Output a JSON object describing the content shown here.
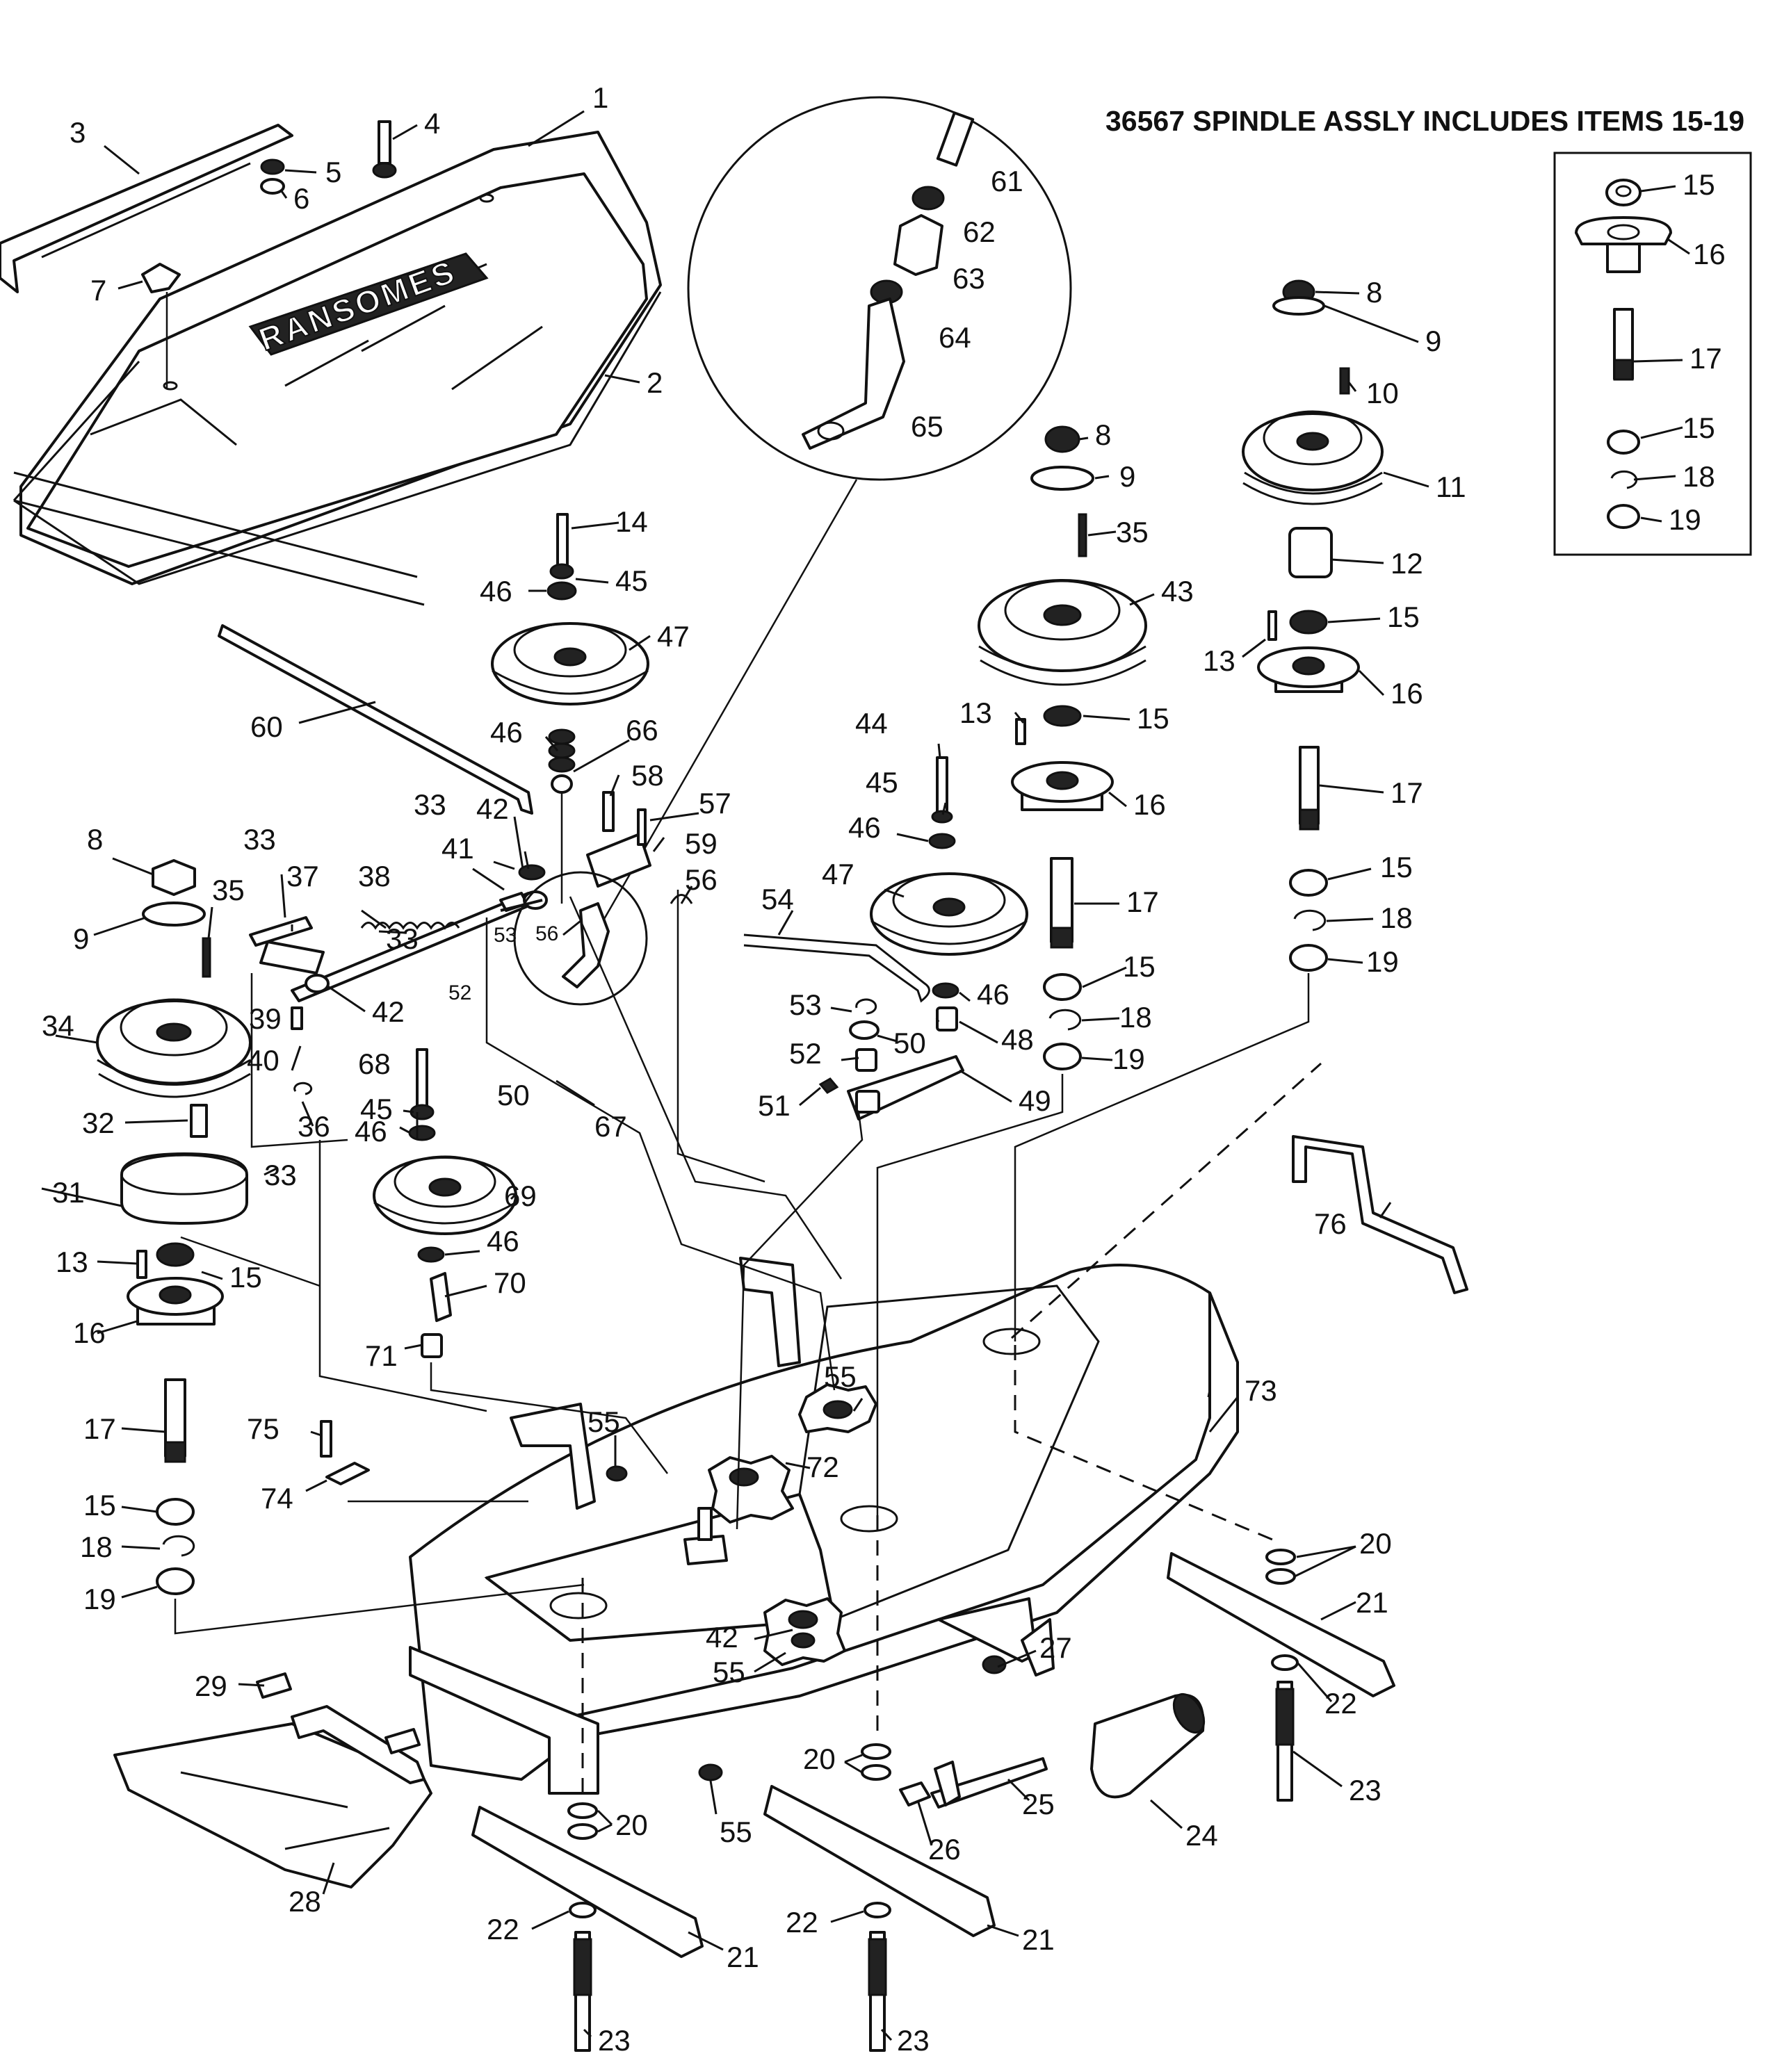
{
  "heading": "36567 SPINDLE ASSLY INCLUDES ITEMS 15-19",
  "logo_text": "RANSOMES",
  "callouts": [
    {
      "id": "c1",
      "label": "1"
    },
    {
      "id": "c2",
      "label": "2"
    },
    {
      "id": "c3",
      "label": "3"
    },
    {
      "id": "c4",
      "label": "4"
    },
    {
      "id": "c5",
      "label": "5"
    },
    {
      "id": "c6",
      "label": "6"
    },
    {
      "id": "c7",
      "label": "7"
    },
    {
      "id": "c8a",
      "label": "8"
    },
    {
      "id": "c8b",
      "label": "8"
    },
    {
      "id": "c8c",
      "label": "8"
    },
    {
      "id": "c9a",
      "label": "9"
    },
    {
      "id": "c9b",
      "label": "9"
    },
    {
      "id": "c9c",
      "label": "9"
    },
    {
      "id": "c10",
      "label": "10"
    },
    {
      "id": "c11",
      "label": "11"
    },
    {
      "id": "c12",
      "label": "12"
    },
    {
      "id": "c13a",
      "label": "13"
    },
    {
      "id": "c13b",
      "label": "13"
    },
    {
      "id": "c13c",
      "label": "13"
    },
    {
      "id": "c14",
      "label": "14"
    },
    {
      "id": "c15a",
      "label": "15"
    },
    {
      "id": "c15b",
      "label": "15"
    },
    {
      "id": "c15c",
      "label": "15"
    },
    {
      "id": "c15d",
      "label": "15"
    },
    {
      "id": "c15e",
      "label": "15"
    },
    {
      "id": "c15f",
      "label": "15"
    },
    {
      "id": "c15g",
      "label": "15"
    },
    {
      "id": "c15h",
      "label": "15"
    },
    {
      "id": "c16a",
      "label": "16"
    },
    {
      "id": "c16b",
      "label": "16"
    },
    {
      "id": "c16c",
      "label": "16"
    },
    {
      "id": "c16d",
      "label": "16"
    },
    {
      "id": "c17a",
      "label": "17"
    },
    {
      "id": "c17b",
      "label": "17"
    },
    {
      "id": "c17c",
      "label": "17"
    },
    {
      "id": "c17d",
      "label": "17"
    },
    {
      "id": "c18a",
      "label": "18"
    },
    {
      "id": "c18b",
      "label": "18"
    },
    {
      "id": "c18c",
      "label": "18"
    },
    {
      "id": "c18d",
      "label": "18"
    },
    {
      "id": "c19a",
      "label": "19"
    },
    {
      "id": "c19b",
      "label": "19"
    },
    {
      "id": "c19c",
      "label": "19"
    },
    {
      "id": "c19d",
      "label": "19"
    },
    {
      "id": "c20a",
      "label": "20"
    },
    {
      "id": "c20b",
      "label": "20"
    },
    {
      "id": "c20c",
      "label": "20"
    },
    {
      "id": "c21a",
      "label": "21"
    },
    {
      "id": "c21b",
      "label": "21"
    },
    {
      "id": "c21c",
      "label": "21"
    },
    {
      "id": "c22a",
      "label": "22"
    },
    {
      "id": "c22b",
      "label": "22"
    },
    {
      "id": "c22c",
      "label": "22"
    },
    {
      "id": "c23a",
      "label": "23"
    },
    {
      "id": "c23b",
      "label": "23"
    },
    {
      "id": "c23c",
      "label": "23"
    },
    {
      "id": "c24",
      "label": "24"
    },
    {
      "id": "c25",
      "label": "25"
    },
    {
      "id": "c26",
      "label": "26"
    },
    {
      "id": "c27",
      "label": "27"
    },
    {
      "id": "c28",
      "label": "28"
    },
    {
      "id": "c29",
      "label": "29"
    },
    {
      "id": "c31",
      "label": "31"
    },
    {
      "id": "c32",
      "label": "32"
    },
    {
      "id": "c33a",
      "label": "33"
    },
    {
      "id": "c33b",
      "label": "33"
    },
    {
      "id": "c33c",
      "label": "33"
    },
    {
      "id": "c33d",
      "label": "33"
    },
    {
      "id": "c34",
      "label": "34"
    },
    {
      "id": "c35a",
      "label": "35"
    },
    {
      "id": "c35b",
      "label": "35"
    },
    {
      "id": "c36",
      "label": "36"
    },
    {
      "id": "c37",
      "label": "37"
    },
    {
      "id": "c38",
      "label": "38"
    },
    {
      "id": "c39",
      "label": "39"
    },
    {
      "id": "c40",
      "label": "40"
    },
    {
      "id": "c41",
      "label": "41"
    },
    {
      "id": "c42a",
      "label": "42"
    },
    {
      "id": "c42b",
      "label": "42"
    },
    {
      "id": "c42c",
      "label": "42"
    },
    {
      "id": "c43",
      "label": "43"
    },
    {
      "id": "c44",
      "label": "44"
    },
    {
      "id": "c45a",
      "label": "45"
    },
    {
      "id": "c45b",
      "label": "45"
    },
    {
      "id": "c45c",
      "label": "45"
    },
    {
      "id": "c46a",
      "label": "46"
    },
    {
      "id": "c46b",
      "label": "46"
    },
    {
      "id": "c46c",
      "label": "46"
    },
    {
      "id": "c46d",
      "label": "46"
    },
    {
      "id": "c46e",
      "label": "46"
    },
    {
      "id": "c46f",
      "label": "46"
    },
    {
      "id": "c47a",
      "label": "47"
    },
    {
      "id": "c47b",
      "label": "47"
    },
    {
      "id": "c48",
      "label": "48"
    },
    {
      "id": "c49",
      "label": "49"
    },
    {
      "id": "c50a",
      "label": "50"
    },
    {
      "id": "c50b",
      "label": "50"
    },
    {
      "id": "c51",
      "label": "51"
    },
    {
      "id": "c52a",
      "label": "52"
    },
    {
      "id": "c52b",
      "label": "52"
    },
    {
      "id": "c53a",
      "label": "53"
    },
    {
      "id": "c53b",
      "label": "53"
    },
    {
      "id": "c54",
      "label": "54"
    },
    {
      "id": "c55a",
      "label": "55"
    },
    {
      "id": "c55b",
      "label": "55"
    },
    {
      "id": "c55c",
      "label": "55"
    },
    {
      "id": "c55d",
      "label": "55"
    },
    {
      "id": "c56a",
      "label": "56"
    },
    {
      "id": "c56b",
      "label": "56"
    },
    {
      "id": "c57",
      "label": "57"
    },
    {
      "id": "c58",
      "label": "58"
    },
    {
      "id": "c59",
      "label": "59"
    },
    {
      "id": "c60",
      "label": "60"
    },
    {
      "id": "c61",
      "label": "61"
    },
    {
      "id": "c62",
      "label": "62"
    },
    {
      "id": "c63",
      "label": "63"
    },
    {
      "id": "c64",
      "label": "64"
    },
    {
      "id": "c65",
      "label": "65"
    },
    {
      "id": "c66",
      "label": "66"
    },
    {
      "id": "c67",
      "label": "67"
    },
    {
      "id": "c68",
      "label": "68"
    },
    {
      "id": "c69",
      "label": "69"
    },
    {
      "id": "c70",
      "label": "70"
    },
    {
      "id": "c71",
      "label": "71"
    },
    {
      "id": "c72",
      "label": "72"
    },
    {
      "id": "c73",
      "label": "73"
    },
    {
      "id": "c74",
      "label": "74"
    },
    {
      "id": "c75",
      "label": "75"
    },
    {
      "id": "c76",
      "label": "76"
    }
  ]
}
